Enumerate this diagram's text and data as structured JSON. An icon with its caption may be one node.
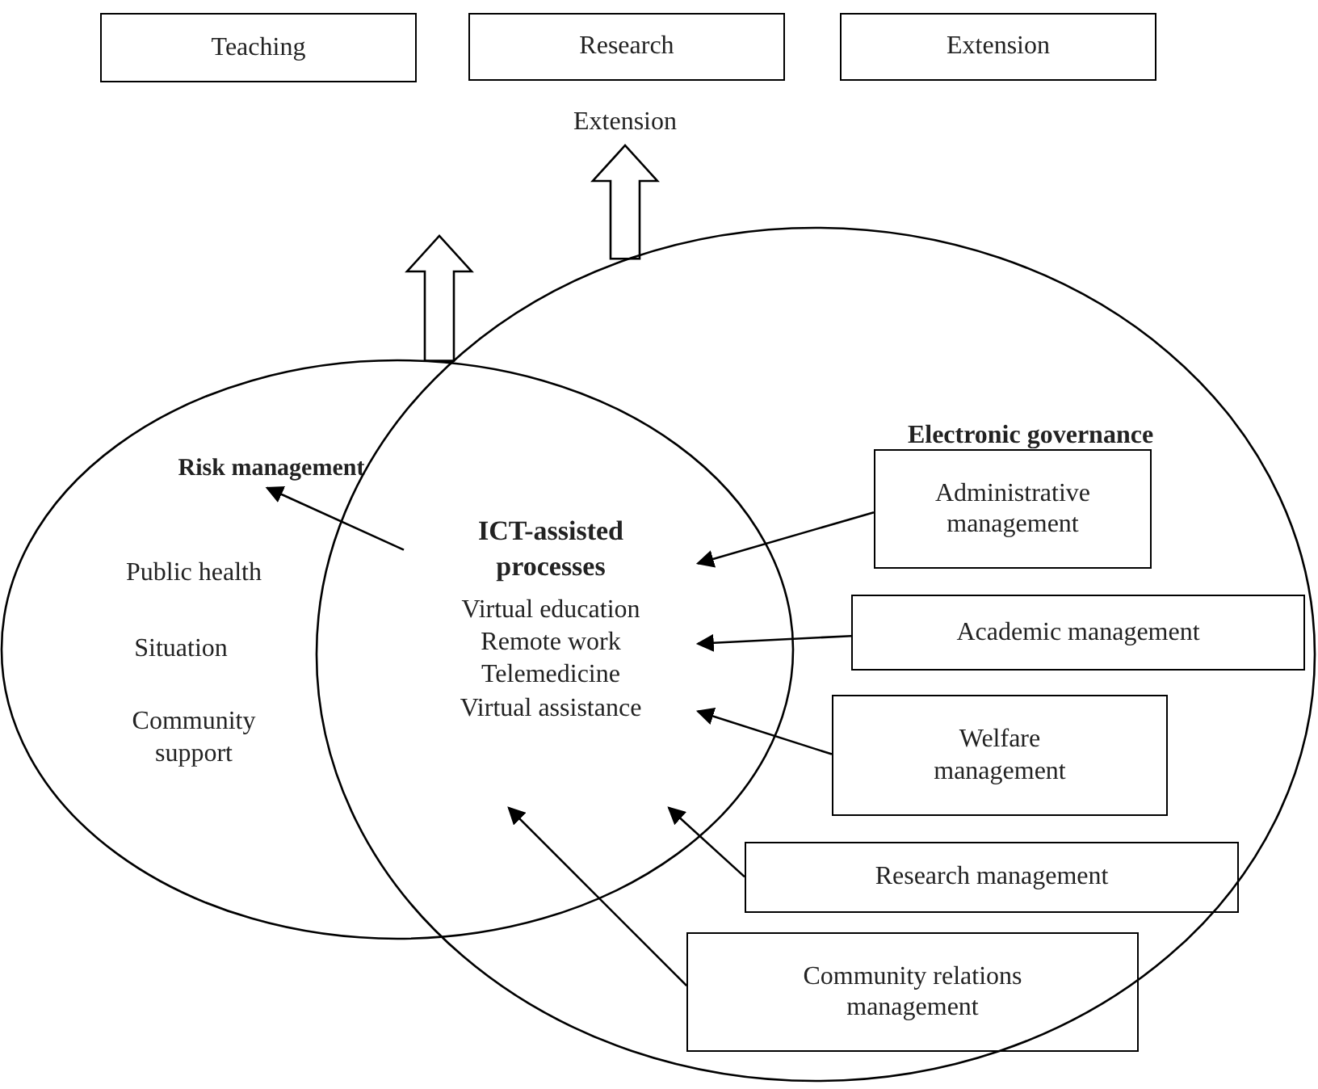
{
  "diagram": {
    "nodes": [
      {
        "text": [
          "Teaching"
        ]
      },
      {
        "text": [
          "Research"
        ]
      },
      {
        "text": [
          "Extension"
        ]
      },
      {
        "text": [
          "Extension"
        ]
      },
      {
        "text": [
          "Public health",
          "Situation",
          "Community support"
        ]
      },
      {
        "text": [
          "Risk management"
        ],
        "in": 4
      },
      {
        "text": [
          "Electronic governance"
        ]
      },
      {
        "text": [
          "ICT-assisted processes",
          "Virtual education",
          "Remote work",
          "Telemedicine",
          "Virtual assistance"
        ]
      },
      {
        "text": [
          "Administrative management"
        ],
        "in": 6
      },
      {
        "text": [
          "Academic management"
        ],
        "in": 6
      },
      {
        "text": [
          "Welfare management"
        ],
        "in": 6
      },
      {
        "text": [
          "Research management"
        ],
        "in": 6
      },
      {
        "text": [
          "Community relations management"
        ],
        "in": 6
      }
    ],
    "edges": [
      {
        "from": 4,
        "to": null,
        "arrow": "to",
        "style": "thick"
      },
      {
        "from": 6,
        "to": 3,
        "arrow": "to",
        "style": "thick"
      },
      {
        "from": 7,
        "to": 5,
        "arrow": "to"
      },
      {
        "from": 8,
        "to": 7,
        "arrow": "to"
      },
      {
        "from": 9,
        "to": 7,
        "arrow": "to"
      },
      {
        "from": 10,
        "to": 7,
        "arrow": "to"
      },
      {
        "from": 11,
        "to": 7,
        "arrow": "to"
      },
      {
        "from": 12,
        "to": 7,
        "arrow": "to"
      }
    ]
  }
}
